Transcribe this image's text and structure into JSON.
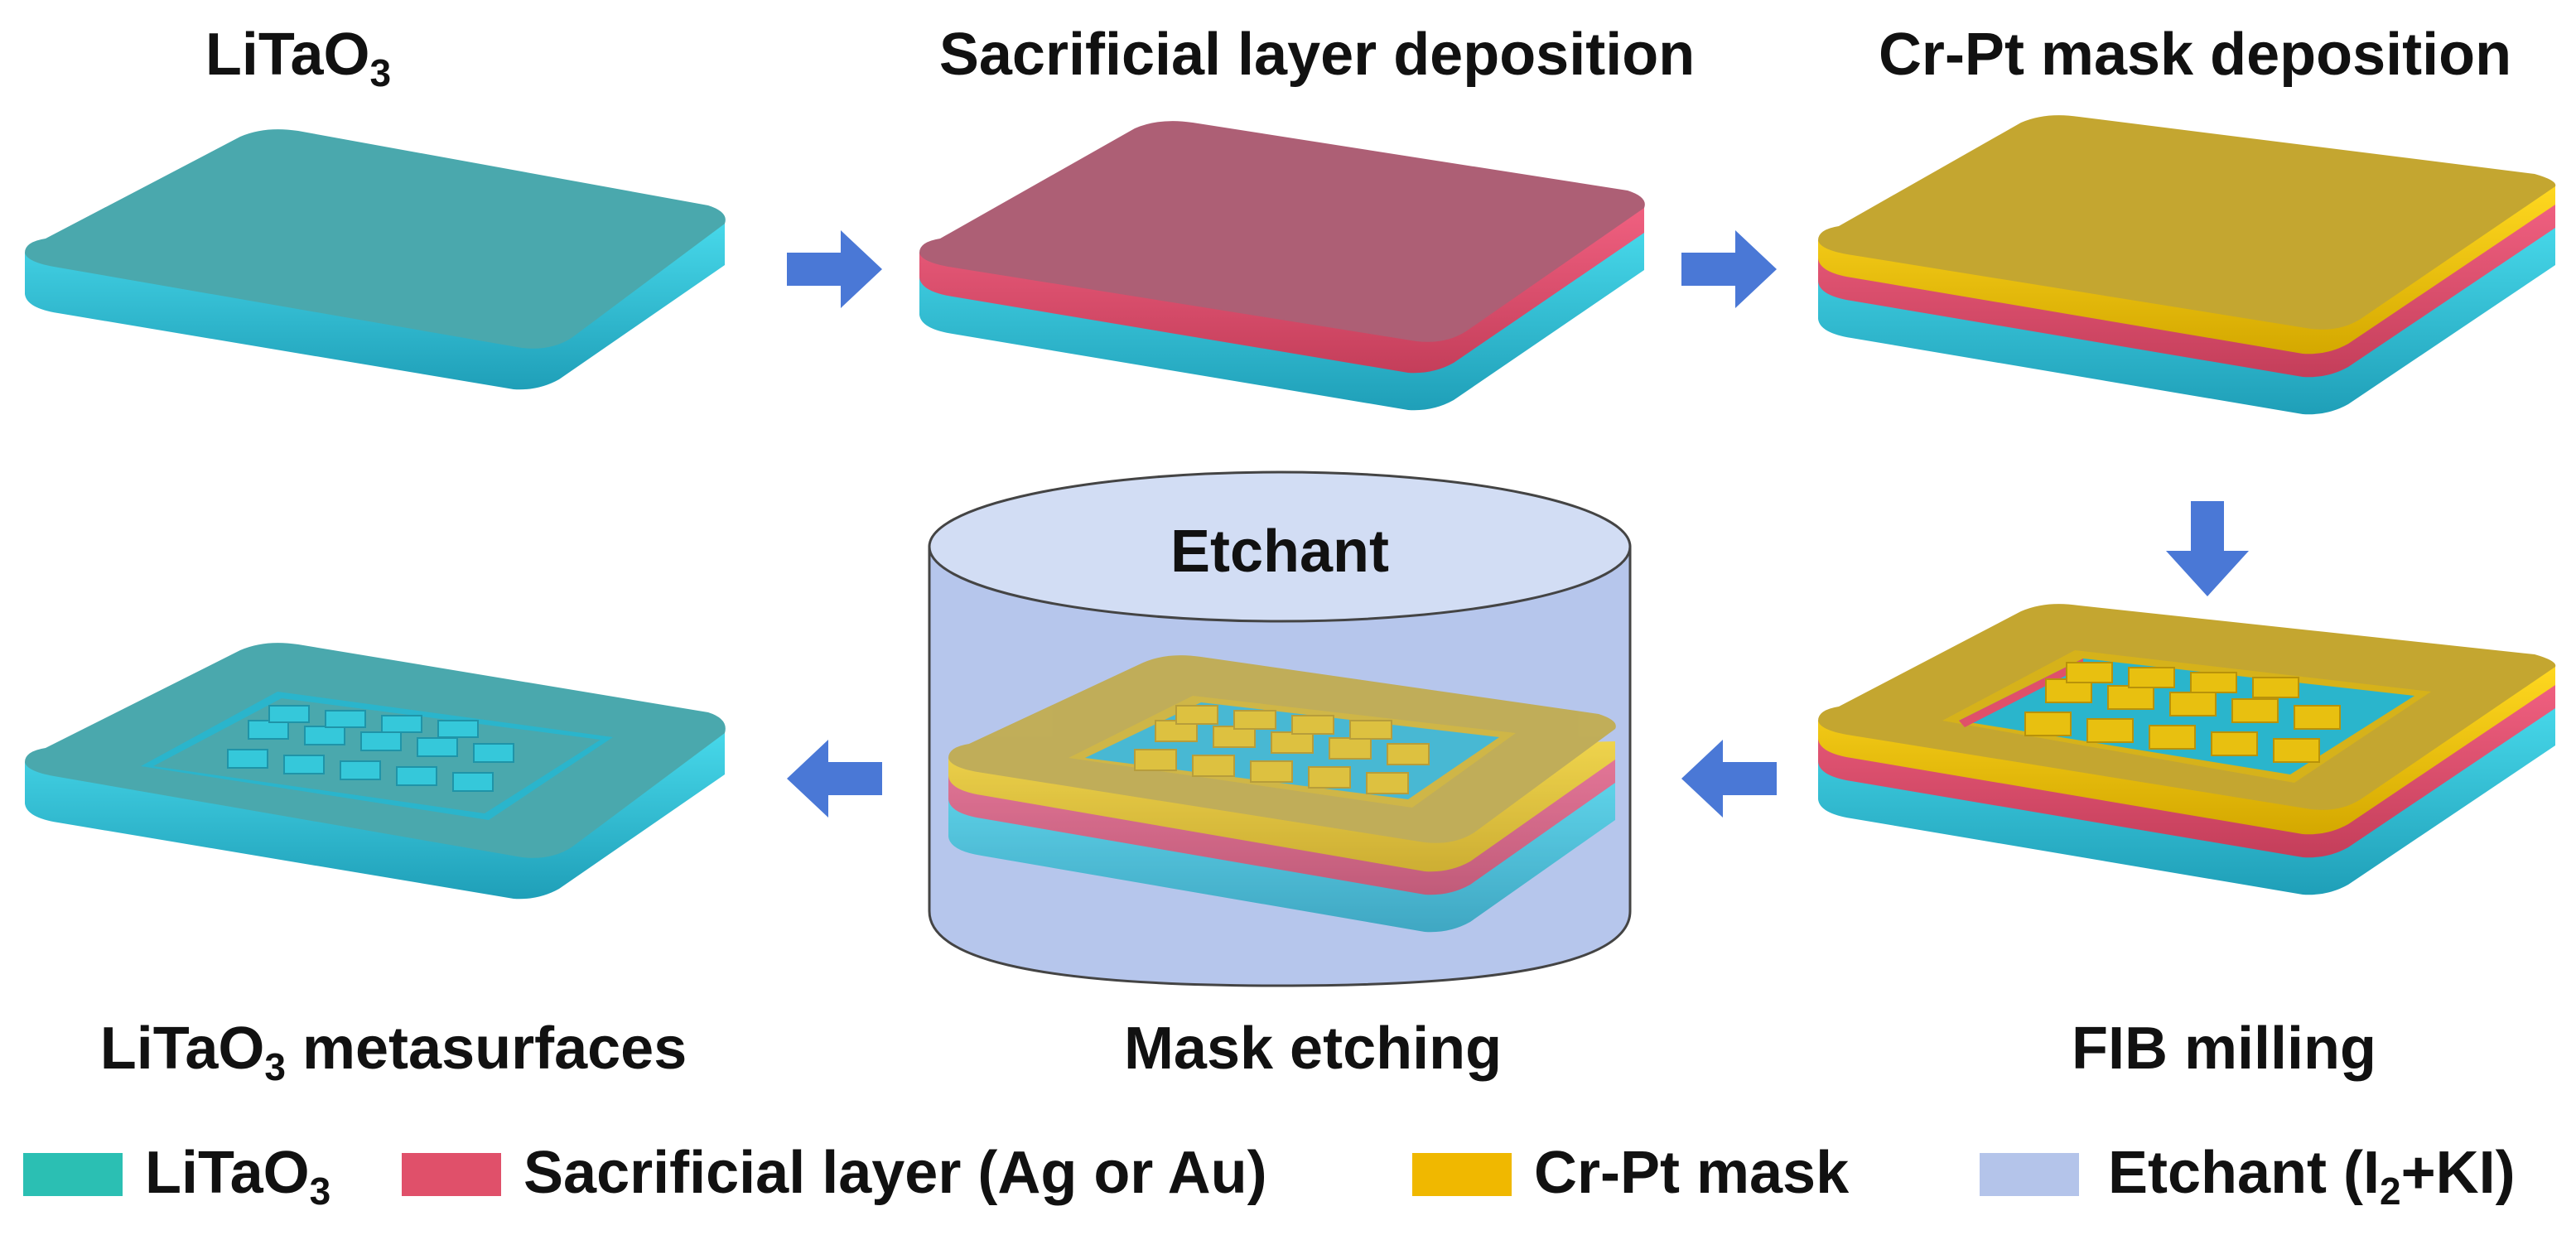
{
  "steps": {
    "substrate": {
      "label": "LiTaO",
      "sub": "3"
    },
    "sacrificial": {
      "label": "Sacrificial layer deposition"
    },
    "mask_dep": {
      "label": "Cr-Pt mask deposition"
    },
    "fib": {
      "label": "FIB milling"
    },
    "etching": {
      "label": "Mask etching",
      "etchant_label": "Etchant"
    },
    "final": {
      "label_pre": "LiTaO",
      "sub": "3",
      "label_post": " metasurfaces"
    }
  },
  "legend": [
    {
      "name": "litao3",
      "pre": "LiTaO",
      "sub": "3",
      "post": "",
      "color": "#2bbfb3"
    },
    {
      "name": "sacrificial",
      "pre": "Sacrificial layer (Ag or Au)",
      "sub": "",
      "post": "",
      "color": "#e0506a"
    },
    {
      "name": "mask",
      "pre": "Cr-Pt mask",
      "sub": "",
      "post": "",
      "color": "#f0b800"
    },
    {
      "name": "etchant",
      "pre": "Etchant (I",
      "sub": "2",
      "post": "+KI)",
      "color": "#b4c4ea"
    }
  ],
  "colors": {
    "litao_top": "#4aa8ad",
    "litao_side": "#2ab5cc",
    "sacrificial_top": "#ad5f75",
    "sacrificial_side": "#e0506a",
    "mask_top": "#c4a630",
    "mask_side": "#e8c010",
    "arrow": "#4a78d6",
    "etchant_fill": "#b6c6ec"
  }
}
